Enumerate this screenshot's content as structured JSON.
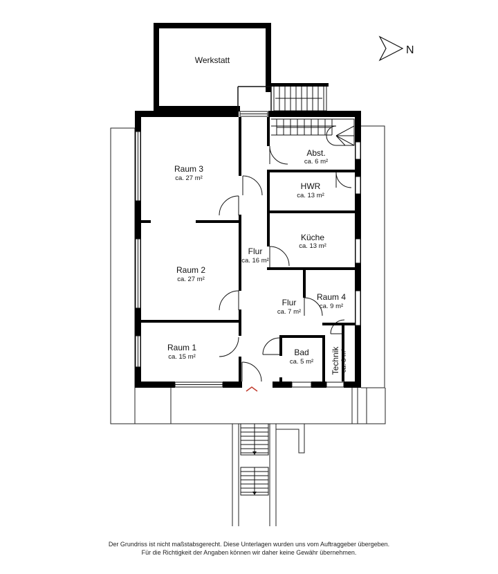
{
  "compass": {
    "label": "N"
  },
  "rooms": {
    "werkstatt": {
      "name": "Werkstatt"
    },
    "raum3": {
      "name": "Raum 3",
      "area": "ca. 27 m²"
    },
    "raum2": {
      "name": "Raum 2",
      "area": "ca. 27 m²"
    },
    "raum1": {
      "name": "Raum 1",
      "area": "ca. 15 m²"
    },
    "abst": {
      "name": "Abst.",
      "area": "ca. 6 m²"
    },
    "hwr": {
      "name": "HWR",
      "area": "ca. 13 m²"
    },
    "kueche": {
      "name": "Küche",
      "area": "ca. 13 m²"
    },
    "flur_main": {
      "name": "Flur",
      "area": "ca. 16 m²"
    },
    "flur_small": {
      "name": "Flur",
      "area": "ca. 7 m²"
    },
    "raum4": {
      "name": "Raum 4",
      "area": "ca. 9 m²"
    },
    "bad": {
      "name": "Bad",
      "area": "ca. 5 m²"
    },
    "technik": {
      "name": "Technik",
      "area": "ca. 3 m²"
    }
  },
  "disclaimer": {
    "line1": "Der Grundriss ist nicht maßstabsgerecht. Diese Unterlagen wurden uns vom Auftraggeber übergeben.",
    "line2": "Für die Richtigkeit der Angaben können wir daher keine Gewähr übernehmen."
  }
}
